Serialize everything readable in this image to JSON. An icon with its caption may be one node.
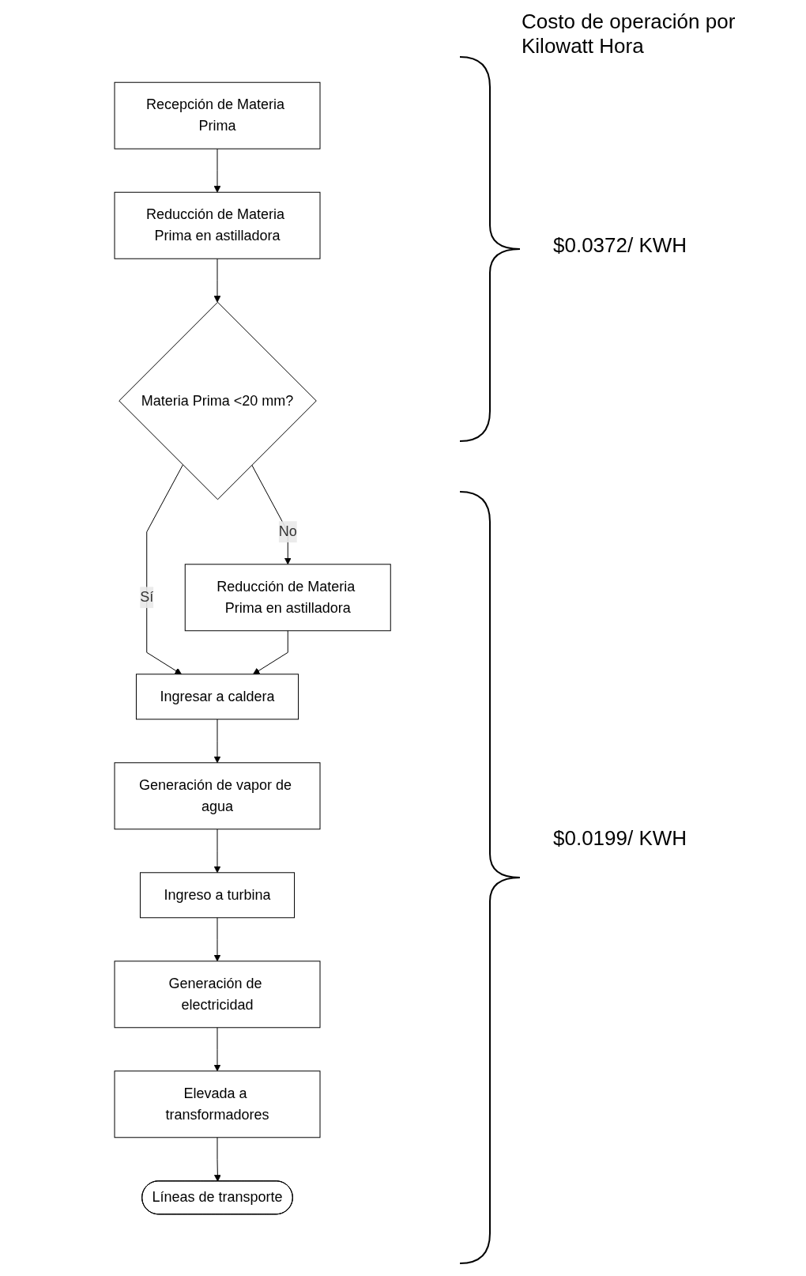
{
  "diagram": {
    "nodes": [
      {
        "text": [
          "Recepción de Materia Prima"
        ]
      },
      {
        "text": [
          "Reducción de Materia Prima en astilladora"
        ]
      },
      {
        "text": [
          "Materia Prima <20 mm?"
        ]
      },
      {
        "text": [
          "Reducción de Materia Prima en astilladora"
        ]
      },
      {
        "text": [
          "Ingresar a caldera"
        ]
      },
      {
        "text": [
          "Generación de vapor de agua"
        ]
      },
      {
        "text": [
          "Ingreso a turbina"
        ]
      },
      {
        "text": [
          "Generación de electricidad"
        ]
      },
      {
        "text": [
          "Elevada a transformadores"
        ]
      },
      {
        "text": [
          "Líneas de transporte"
        ]
      }
    ],
    "edges": [
      {
        "from": 0,
        "to": 1,
        "arrow": "to"
      },
      {
        "from": 1,
        "to": 2,
        "arrow": "to"
      },
      {
        "from": 2,
        "to": 3,
        "arrow": "to",
        "label": "No"
      },
      {
        "from": 2,
        "to": 4,
        "arrow": "to",
        "label": "Sí"
      },
      {
        "from": 3,
        "to": 4,
        "arrow": "to"
      },
      {
        "from": 4,
        "to": 5,
        "arrow": "to"
      },
      {
        "from": 5,
        "to": 6,
        "arrow": "to"
      },
      {
        "from": 6,
        "to": 7,
        "arrow": "to"
      },
      {
        "from": 7,
        "to": 8,
        "arrow": "to"
      },
      {
        "from": 8,
        "to": 9,
        "arrow": "to"
      }
    ],
    "labels": [
      "Costo de operación por Kilowatt Hora",
      "$0.0372/ KWH",
      "$0.0199/ KWH"
    ]
  }
}
